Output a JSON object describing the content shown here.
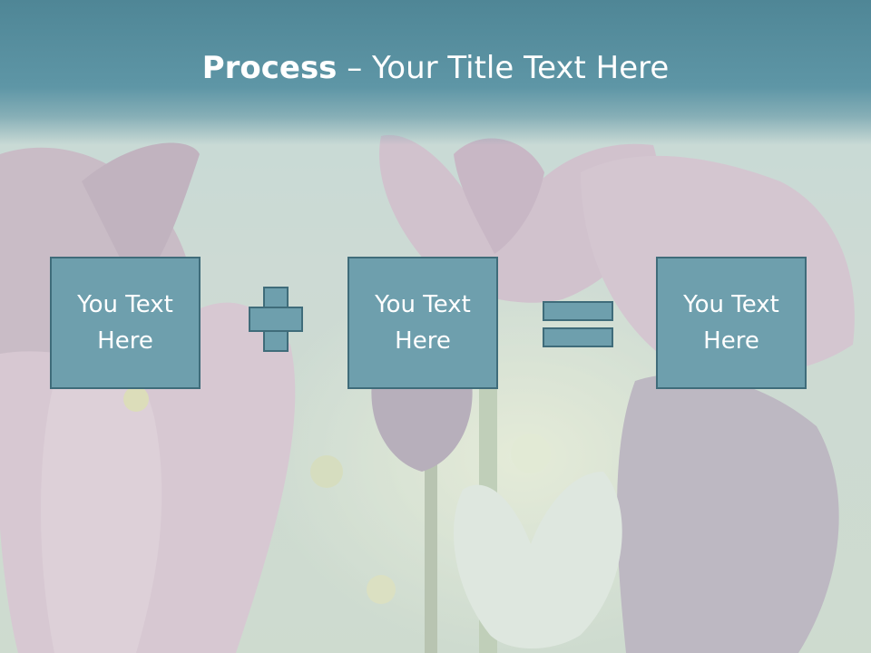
{
  "slide": {
    "title_bold": "Process",
    "title_rest": " – Your Title Text Here"
  },
  "boxes": [
    {
      "label": "You Text Here"
    },
    {
      "label": "You Text Here"
    },
    {
      "label": "You Text Here"
    }
  ],
  "colors": {
    "header": "#5e96a6",
    "box_fill": "#6e9fad",
    "box_border": "#3f6c7a",
    "text": "#ffffff"
  },
  "icons": {
    "operator_1": "plus-icon",
    "operator_2": "equals-icon"
  }
}
